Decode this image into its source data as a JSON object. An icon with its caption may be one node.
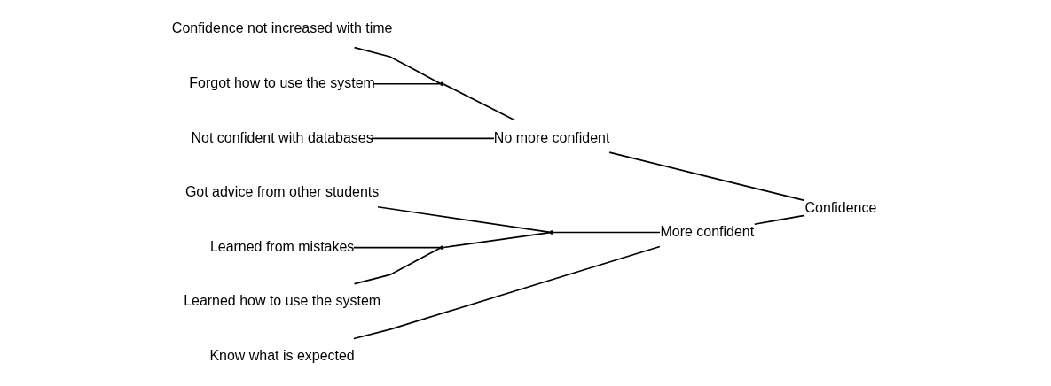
{
  "diagram": {
    "nodes": [
      {
        "text": [
          "Not confident with databases"
        ]
      },
      {
        "text": [
          "Forgot how to use the system"
        ]
      },
      {
        "text": [
          "Confidence not increased with time"
        ]
      },
      {
        "text": [
          "Learned how to use the system"
        ]
      },
      {
        "text": [
          "Learned from mistakes"
        ]
      },
      {
        "text": [
          "Got advice from other students"
        ]
      },
      {
        "text": [
          "Know what is expected"
        ]
      },
      {
        "text": [],
        "shape": "point"
      },
      {
        "text": [
          "No more confident"
        ]
      },
      {
        "text": [],
        "shape": "point"
      },
      {
        "text": [],
        "shape": "point"
      },
      {
        "text": [
          "More confident"
        ]
      },
      {
        "text": [
          "Confidence"
        ]
      }
    ],
    "edges": [
      {
        "from": 1,
        "to": 7,
        "arrow": "none"
      },
      {
        "from": 2,
        "to": 7,
        "arrow": "none"
      },
      {
        "from": 0,
        "to": 8,
        "arrow": "none"
      },
      {
        "from": 7,
        "to": 8,
        "arrow": "none"
      },
      {
        "from": 3,
        "to": 9,
        "arrow": "none"
      },
      {
        "from": 4,
        "to": 9,
        "arrow": "none"
      },
      {
        "from": 9,
        "to": 10,
        "arrow": "none"
      },
      {
        "from": 5,
        "to": 10,
        "arrow": "none"
      },
      {
        "from": 10,
        "to": 11,
        "arrow": "none"
      },
      {
        "from": 6,
        "to": 11,
        "arrow": "none"
      },
      {
        "from": 8,
        "to": 12,
        "arrow": "none"
      },
      {
        "from": 11,
        "to": 12,
        "arrow": "none"
      }
    ]
  }
}
